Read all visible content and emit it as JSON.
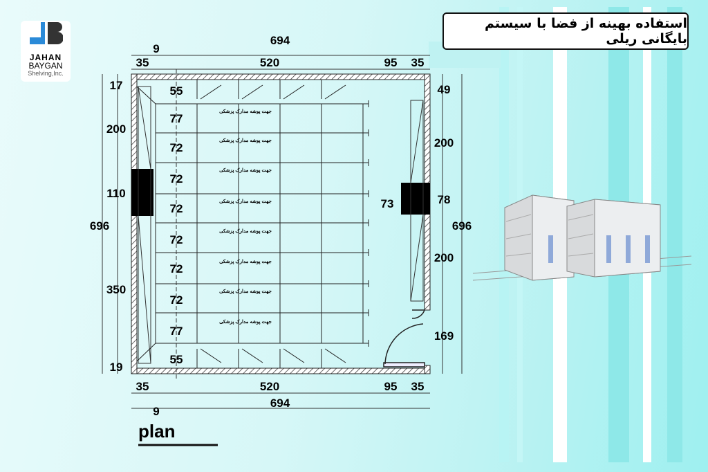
{
  "title": "استفاده بهینه از فضا با سیستم بایگانی ریلی",
  "logo": {
    "line1": "JAHAN",
    "line2": "BAYGAN",
    "line3": "Shelving,Inc."
  },
  "plan_label": "plan",
  "shelf_label": "جهت پوشه مدارک پزشکی",
  "dims": {
    "top_total": "694",
    "top_9": "9",
    "top_35a": "35",
    "top_520": "520",
    "top_95": "95",
    "top_35b": "35",
    "bottom_35a": "35",
    "bottom_520": "520",
    "bottom_95": "95",
    "bottom_35b": "35",
    "bottom_9": "9",
    "bottom_total": "694",
    "left_17": "17",
    "left_200": "200",
    "left_110": "110",
    "left_696": "696",
    "left_350": "350",
    "left_19": "19",
    "right_49": "49",
    "right_200a": "200",
    "right_78": "78",
    "right_73": "73",
    "right_696": "696",
    "right_200b": "200",
    "right_169": "169",
    "rows": [
      "55",
      "77",
      "72",
      "72",
      "72",
      "72",
      "72",
      "72",
      "77",
      "55"
    ]
  },
  "colors": {
    "wall": "#222222",
    "background": "#d6f7f7",
    "accent": "#9ef0f0"
  }
}
